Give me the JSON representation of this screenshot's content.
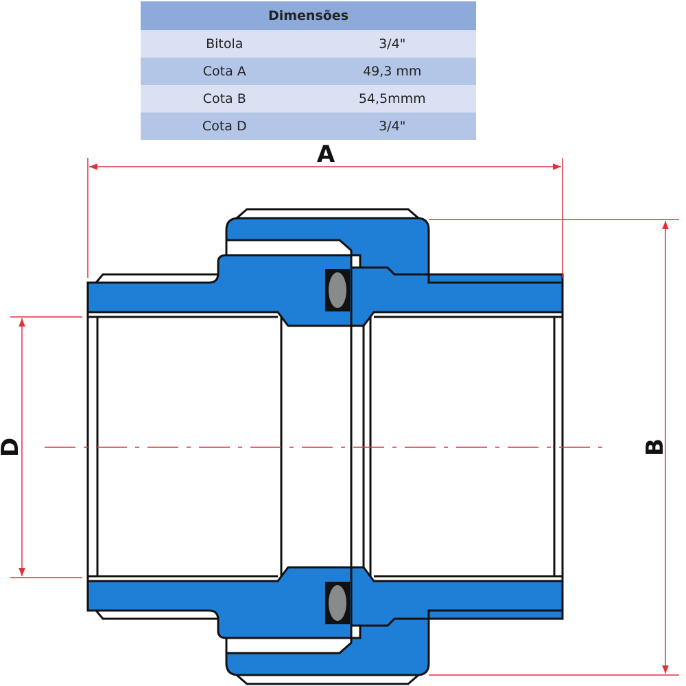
{
  "table": {
    "title": "Dimensões",
    "rows": [
      {
        "label": "Bitola",
        "value": "3/4\""
      },
      {
        "label": "Cota A",
        "value": "49,3 mm"
      },
      {
        "label": "Cota B",
        "value": "54,5mmm"
      },
      {
        "label": "Cota D",
        "value": "3/4\""
      }
    ]
  },
  "diagram": {
    "label_a": "A",
    "label_b": "B",
    "label_d": "D",
    "colors": {
      "part": "#1f7fd6",
      "dimension": "#e0313a",
      "oring": "#8a8a8a"
    }
  }
}
